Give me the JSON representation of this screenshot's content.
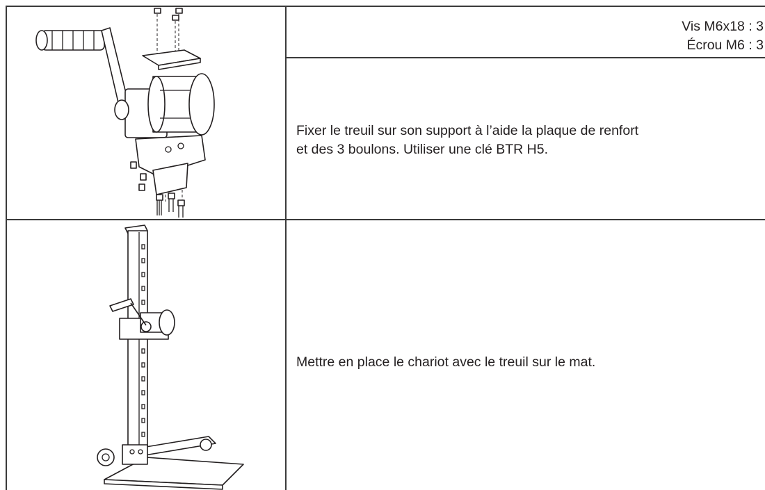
{
  "rows": [
    {
      "parts": [
        "Vis M6x18 : 3",
        "Écrou M6 : 3"
      ],
      "instruction_lines": [
        "Fixer le treuil sur son support à l’aide la plaque de renfort",
        "et des 3 boulons. Utiliser une clé BTR H5."
      ],
      "figure_icon": "winch-exploded-assembly-icon"
    },
    {
      "instruction_lines": [
        "Mettre en place le chariot avec le treuil sur le mat."
      ],
      "figure_icon": "winch-on-mast-icon"
    }
  ],
  "colors": {
    "line": "#3a3a3a",
    "text": "#231f20",
    "background": "#ffffff"
  }
}
